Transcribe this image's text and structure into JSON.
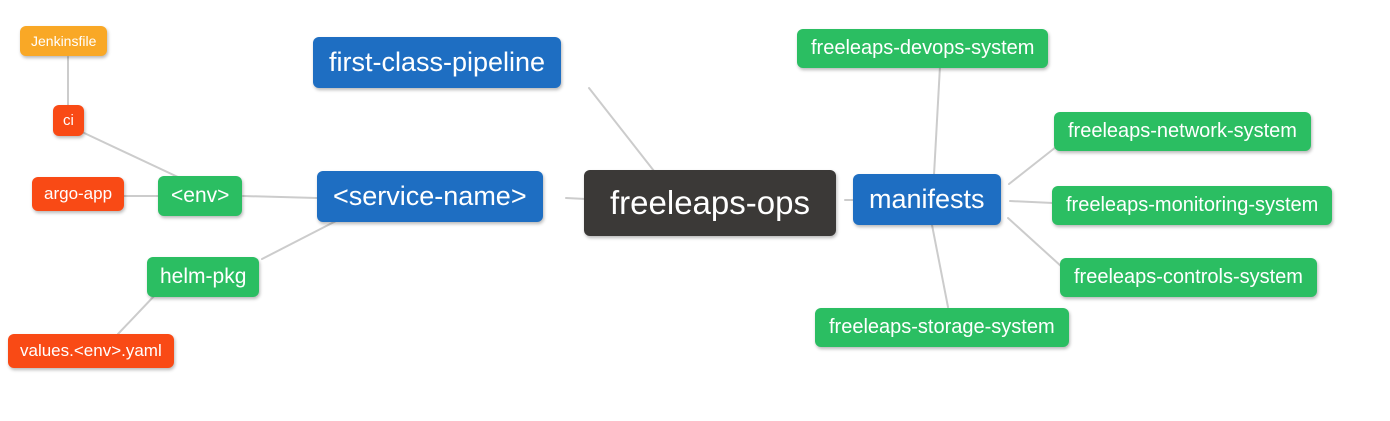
{
  "diagram": {
    "type": "mindmap",
    "root_label": "freeleaps-ops",
    "palette": {
      "blue": "#1e6ec2",
      "green": "#2bbe62",
      "orange": "#f9a826",
      "red": "#f94a15",
      "dark": "#3b3937",
      "edge": "#cccccc",
      "text": "#ffffff",
      "background": "#ffffff"
    },
    "nodes": [
      {
        "id": "jenkinsfile",
        "label": "Jenkinsfile",
        "color": "orange"
      },
      {
        "id": "ci",
        "label": "ci",
        "color": "red"
      },
      {
        "id": "argo-app",
        "label": "argo-app",
        "color": "red"
      },
      {
        "id": "env",
        "label": "<env>",
        "color": "green"
      },
      {
        "id": "helm-pkg",
        "label": "helm-pkg",
        "color": "green"
      },
      {
        "id": "values-env-yaml",
        "label": "values.<env>.yaml",
        "color": "red"
      },
      {
        "id": "first-class-pipeline",
        "label": "first-class-pipeline",
        "color": "blue"
      },
      {
        "id": "service-name",
        "label": "<service-name>",
        "color": "blue"
      },
      {
        "id": "freeleaps-ops",
        "label": "freeleaps-ops",
        "color": "dark"
      },
      {
        "id": "manifests",
        "label": "manifests",
        "color": "blue"
      },
      {
        "id": "devops-system",
        "label": "freeleaps-devops-system",
        "color": "green"
      },
      {
        "id": "network-system",
        "label": "freeleaps-network-system",
        "color": "green"
      },
      {
        "id": "monitoring-system",
        "label": "freeleaps-monitoring-system",
        "color": "green"
      },
      {
        "id": "controls-system",
        "label": "freeleaps-controls-system",
        "color": "green"
      },
      {
        "id": "storage-system",
        "label": "freeleaps-storage-system",
        "color": "green"
      }
    ],
    "edges": [
      {
        "from": "jenkinsfile",
        "to": "ci"
      },
      {
        "from": "ci",
        "to": "env"
      },
      {
        "from": "argo-app",
        "to": "env"
      },
      {
        "from": "env",
        "to": "service-name"
      },
      {
        "from": "helm-pkg",
        "to": "service-name"
      },
      {
        "from": "helm-pkg",
        "to": "values-env-yaml"
      },
      {
        "from": "first-class-pipeline",
        "to": "freeleaps-ops"
      },
      {
        "from": "service-name",
        "to": "freeleaps-ops"
      },
      {
        "from": "freeleaps-ops",
        "to": "manifests"
      },
      {
        "from": "manifests",
        "to": "devops-system"
      },
      {
        "from": "manifests",
        "to": "network-system"
      },
      {
        "from": "manifests",
        "to": "monitoring-system"
      },
      {
        "from": "manifests",
        "to": "controls-system"
      },
      {
        "from": "manifests",
        "to": "storage-system"
      }
    ]
  }
}
